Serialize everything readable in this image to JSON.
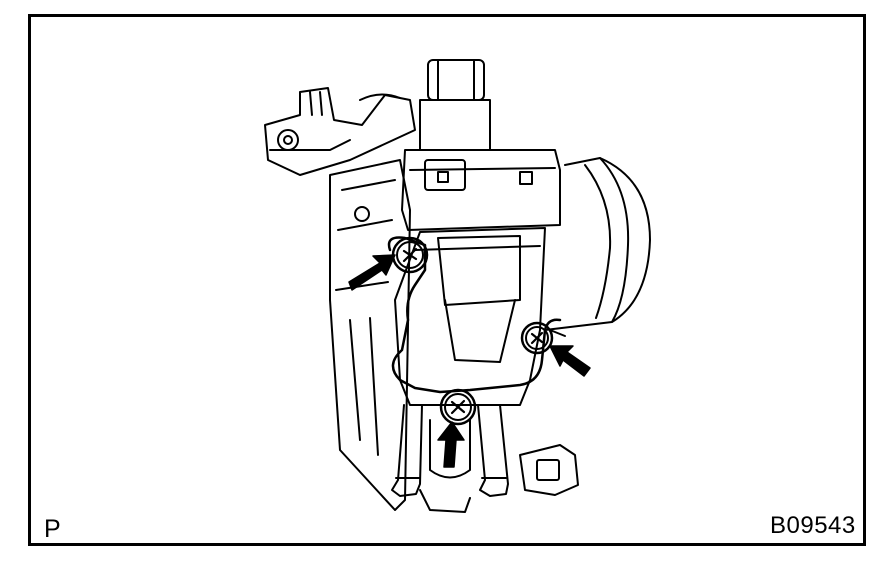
{
  "figure": {
    "corner_letter": "P",
    "figure_code": "B09543",
    "colors": {
      "ink": "#000000",
      "paper": "#ffffff"
    },
    "callouts": [
      {
        "name": "arrow-upper-left",
        "target": "screw-upper-left"
      },
      {
        "name": "arrow-right",
        "target": "screw-right"
      },
      {
        "name": "arrow-bottom",
        "target": "screw-bottom"
      }
    ]
  }
}
